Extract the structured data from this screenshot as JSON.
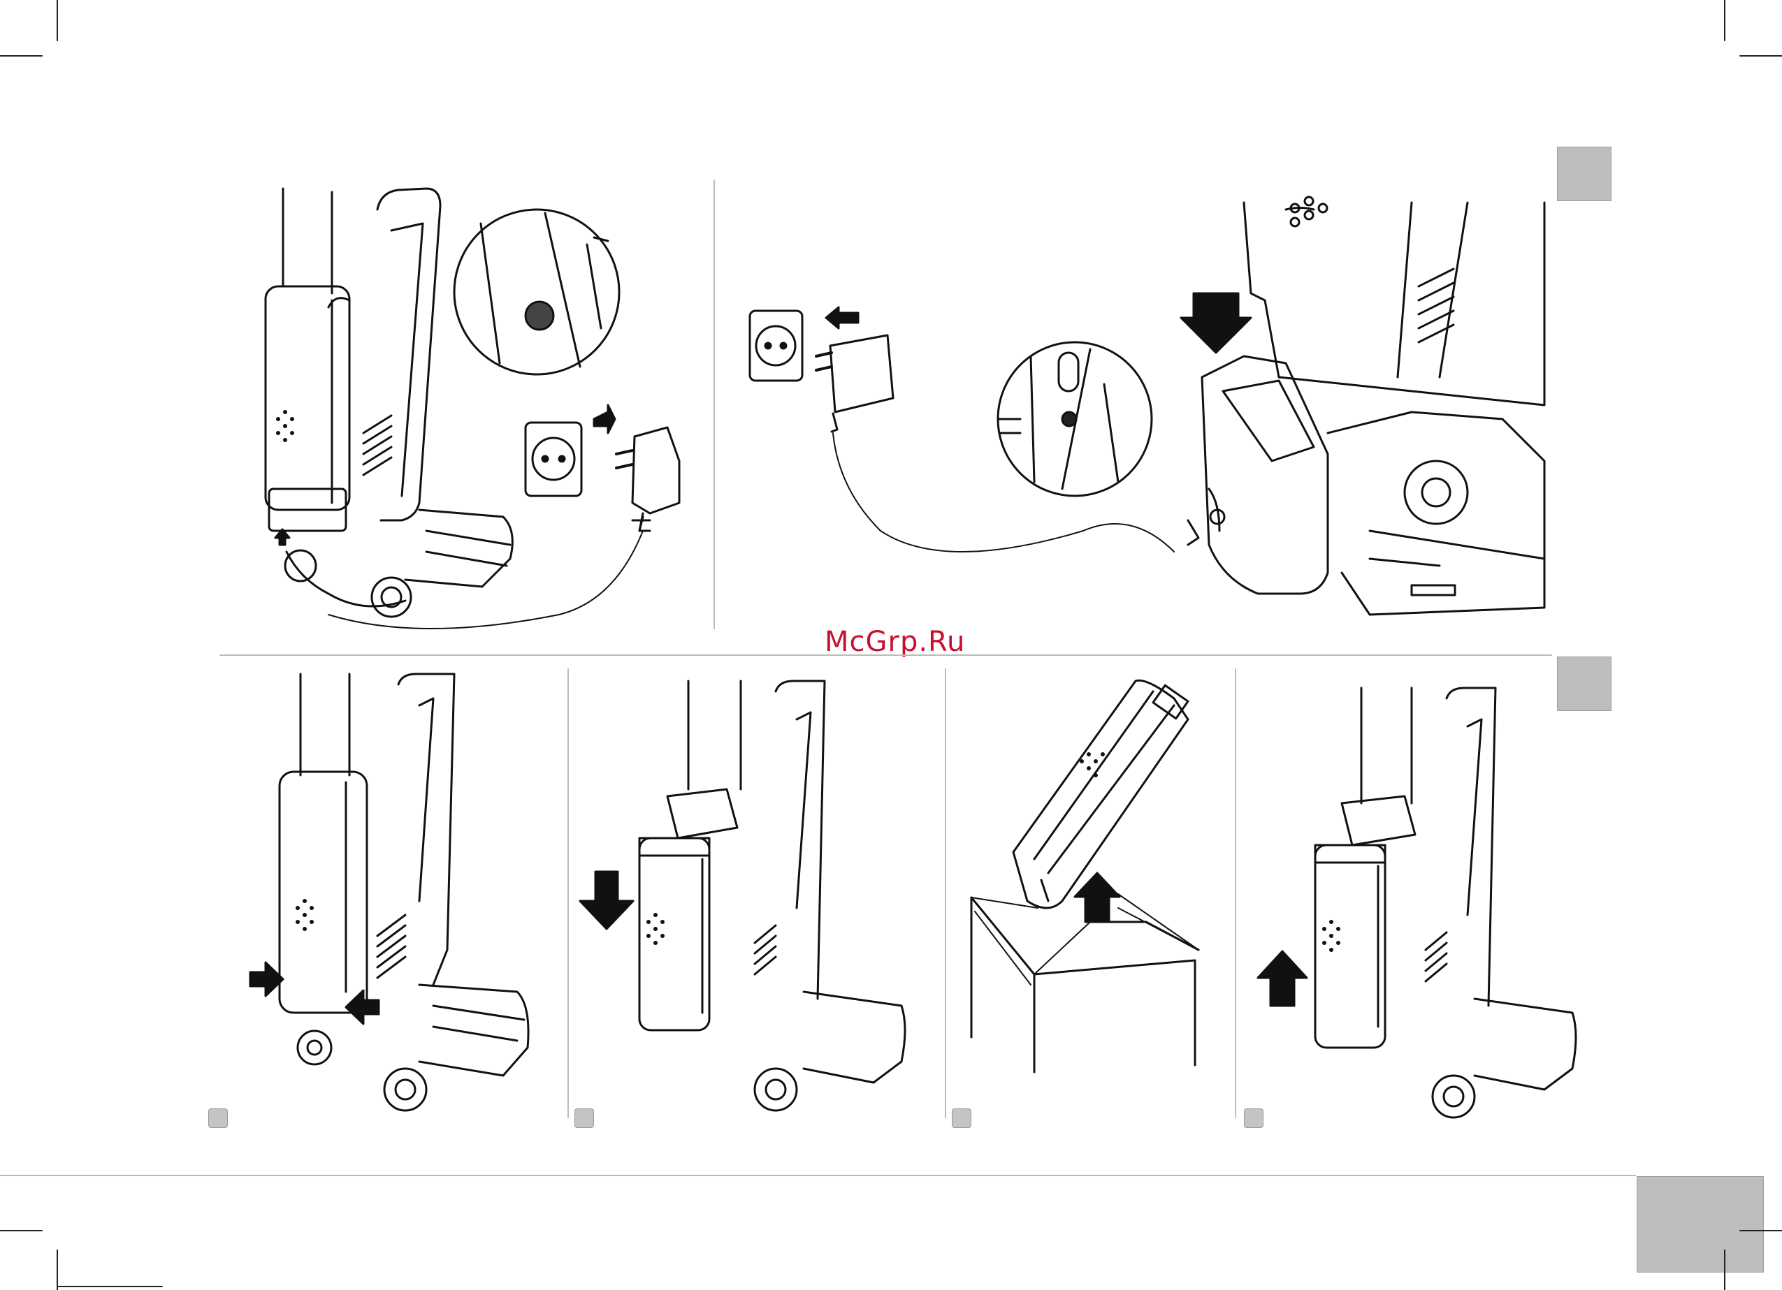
{
  "watermark": {
    "text": "McGrp.Ru",
    "color": "#c8102e"
  },
  "colors": {
    "tab_grey": "#bdbdbd",
    "line": "#111111",
    "divider": "#bbbbbb"
  },
  "panels": [
    {
      "name": "charge-on-vacuum",
      "icon": "vacuum-charging-icon"
    },
    {
      "name": "charge-battery-off",
      "icon": "battery-charging-icon"
    },
    {
      "name": "battery-release",
      "icon": "battery-release-icon"
    },
    {
      "name": "battery-insert-down",
      "icon": "battery-down-icon"
    },
    {
      "name": "battery-unpack",
      "icon": "battery-box-icon"
    },
    {
      "name": "battery-insert-up",
      "icon": "battery-up-icon"
    }
  ]
}
